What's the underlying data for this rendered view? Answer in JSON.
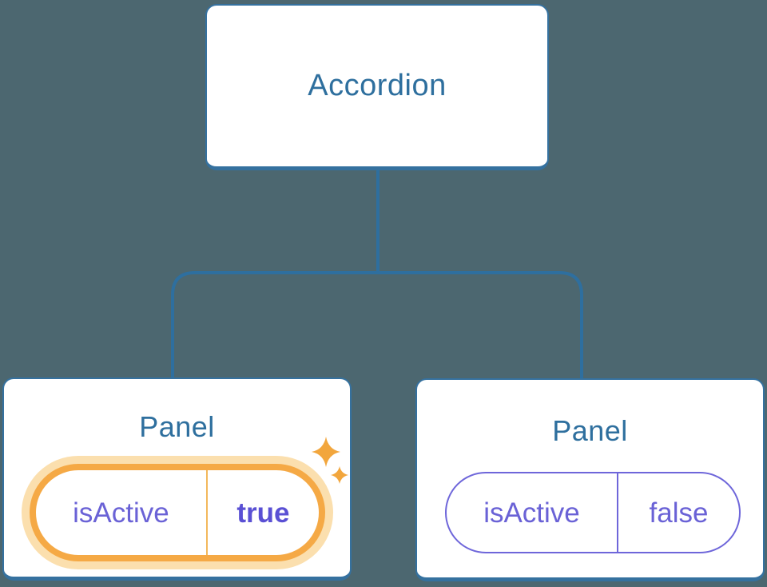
{
  "canvas": {
    "background": "#4C6770"
  },
  "colors": {
    "box_border": "#35719F",
    "heading_text": "#2E6F9E",
    "connector_line": "#2E6F9F",
    "prop_text_purple": "#6A62D6",
    "prop_value_bold_purple": "#5A50D4",
    "inactive_pill_border": "#6E66DA",
    "active_pill_border_orange": "#F5A945",
    "active_pill_glow": "#FBDFAE",
    "sparkle_orange": "#F2A63D",
    "node_fill": "#FFFFFF"
  },
  "diagram": {
    "root": {
      "label": "Accordion"
    },
    "panels": [
      {
        "label": "Panel",
        "prop": {
          "name": "isActive",
          "value": "true"
        },
        "highlighted": true
      },
      {
        "label": "Panel",
        "prop": {
          "name": "isActive",
          "value": "false"
        },
        "highlighted": false
      }
    ]
  },
  "icons": {
    "sparkle_large": "sparkle-icon",
    "sparkle_small": "sparkle-icon"
  }
}
